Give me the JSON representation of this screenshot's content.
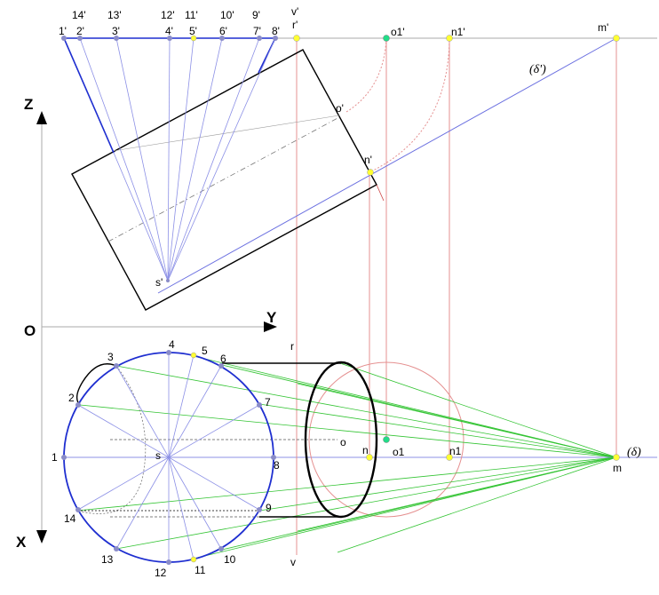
{
  "axes": {
    "z": "Z",
    "y": "Y",
    "x": "X",
    "origin": "O"
  },
  "colors": {
    "circle": "#1f2fd0",
    "ray": "#8c90e6",
    "green": "#33c433",
    "red": "#e59090",
    "black": "#000000",
    "yellow": "#ffff33",
    "teal": "#22dd88",
    "gray_point": "#8a8cc8"
  },
  "top_labels": [
    "1'",
    "14'",
    "2'",
    "13'",
    "3'",
    "12'",
    "4'",
    "11'",
    "5'",
    "10'",
    "6'",
    "9'",
    "7'",
    "8'",
    "v'",
    "r'",
    "o1'",
    "n1'",
    "m'",
    "o'",
    "n'",
    "s'"
  ],
  "delta_prime": "(δ')",
  "bottom_numbers": [
    "1",
    "2",
    "3",
    "4",
    "5",
    "6",
    "7",
    "8",
    "9",
    "10",
    "11",
    "12",
    "13",
    "14"
  ],
  "bottom_labels": [
    "s",
    "r",
    "v",
    "o",
    "n",
    "o1",
    "n1",
    "m"
  ],
  "delta": "(δ)"
}
